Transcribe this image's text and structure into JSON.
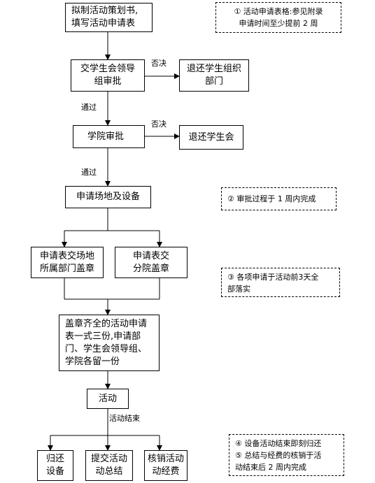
{
  "boxes": {
    "draft": [
      "拟制活动策划书,",
      "填写活动申请表"
    ],
    "union_review": [
      "交学生会领导",
      "组审批"
    ],
    "return_org": [
      "退还学生组织",
      "部门"
    ],
    "college_review": [
      "学院审批"
    ],
    "return_union": [
      "退还学生会"
    ],
    "apply_venue": [
      "申请场地及设备"
    ],
    "stamp_venue": [
      "申请表交场地",
      "所属部门盖章"
    ],
    "stamp_college": [
      "申请表交",
      "分院盖章"
    ],
    "copies": [
      "盖章齐全的活动申请",
      "表一式三份,申请部",
      "门、学生会领导组、",
      "学院各留一份"
    ],
    "activity": [
      "活动"
    ],
    "return_equipment": [
      "归还",
      "设备"
    ],
    "submit_summary": [
      "提交活动",
      "动总结"
    ],
    "settle_funds": [
      "核销活动",
      "动经费"
    ]
  },
  "labels": {
    "reject1": "否决",
    "pass1": "通过",
    "reject2": "否决",
    "pass2": "通过",
    "activity_end": "活动结束"
  },
  "notes": {
    "n1": [
      "①  活动申请表格:参见附录",
      "申请时间至少提前 2 周"
    ],
    "n2": [
      "②  审批过程于 1 周内完成"
    ],
    "n3": [
      "③  各项申请于活动前3天全",
      "部落实"
    ],
    "n4": [
      "④  设备活动结束即刻归还",
      "⑤  总结与经费的核销于活",
      "动结束后 2 周内完成"
    ]
  }
}
